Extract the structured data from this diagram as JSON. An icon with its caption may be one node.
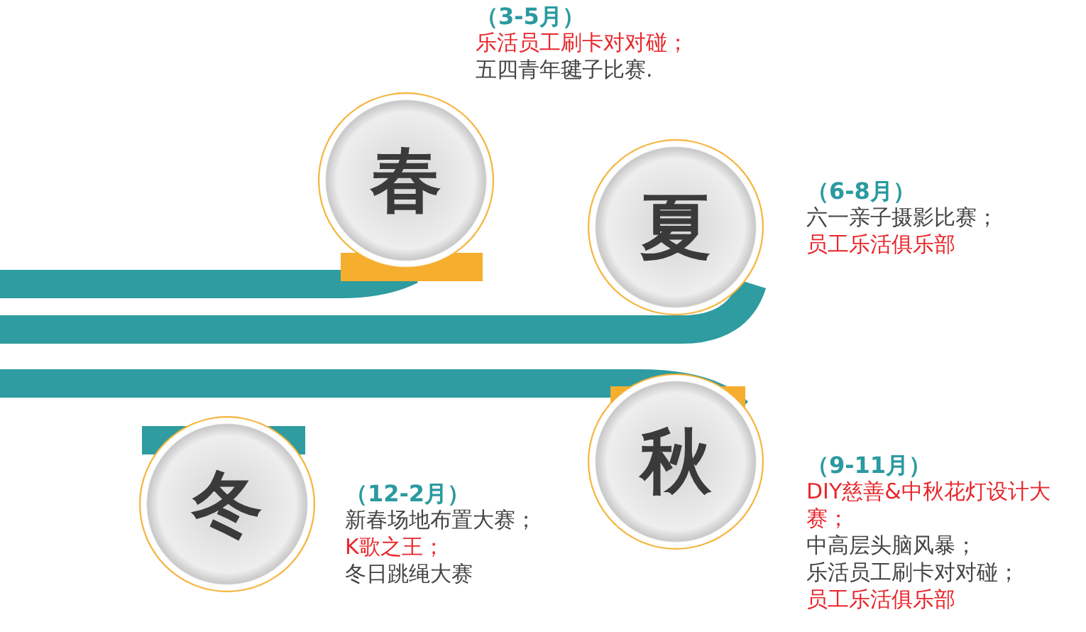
{
  "diagram": {
    "nodes": [
      {
        "text": [
          "春"
        ],
        "beside": [
          "（3-5月）",
          "乐活员工刷卡对对碰；",
          "五四青年毽子比赛."
        ]
      },
      {
        "text": [
          "夏"
        ],
        "beside": [
          "（6-8月）",
          "六一亲子摄影比赛；",
          "员工乐活俱乐部"
        ]
      },
      {
        "text": [
          "秋"
        ],
        "beside": [
          "（9-11月）",
          "DIY慈善&中秋花灯设计大赛；",
          "中高层头脑风暴；",
          "乐活员工刷卡对对碰；",
          "员工乐活俱乐部"
        ]
      },
      {
        "text": [
          "冬"
        ],
        "beside": [
          "（12-2月）",
          "新春场地布置大赛；",
          "K歌之王；",
          "冬日跳绳大赛"
        ]
      }
    ]
  }
}
